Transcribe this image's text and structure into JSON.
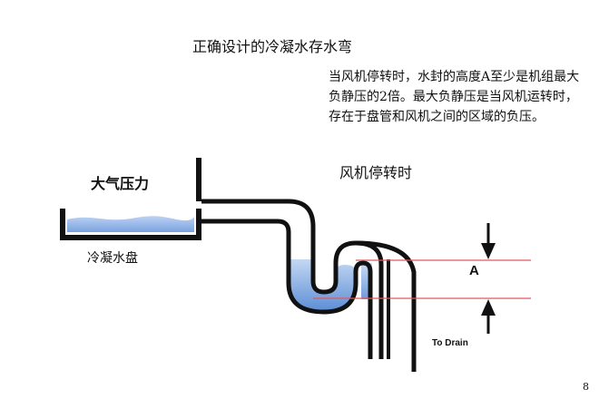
{
  "title": "正确设计的冷凝水存水弯",
  "note": "当风机停转时，水封的高度A至少是机组最大负静压的2倍。最大负静压是当风机运转时，存在于盘管和风机之间的区域的负压。",
  "state_label": "风机停转时",
  "atmosphere_label": "大气压力",
  "pan_label": "冷凝水盘",
  "seal_height_label": "A",
  "drain_label": "To Drain",
  "page_number": "8",
  "colors": {
    "water": "#7aa6e0",
    "water_light": "#a9c6ee",
    "pipe": "#111111",
    "level_line": "#e05a5a"
  }
}
